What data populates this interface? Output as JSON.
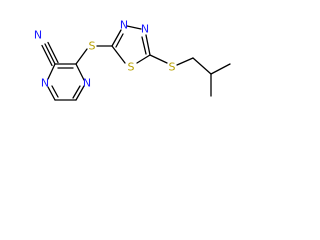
{
  "structure": {
    "colors": {
      "bond": "#000000",
      "nitrogen": "#1a1aff",
      "sulfur": "#b8a000"
    },
    "atoms": {
      "n_nitrile": "N",
      "n_pyrazine_top": "N",
      "n_pyrazine_bottom": "N",
      "s_linker": "S",
      "n_thiadiazole_1": "N",
      "n_thiadiazole_2": "N",
      "s_thiadiazole": "S",
      "s_isobutyl": "S"
    }
  }
}
